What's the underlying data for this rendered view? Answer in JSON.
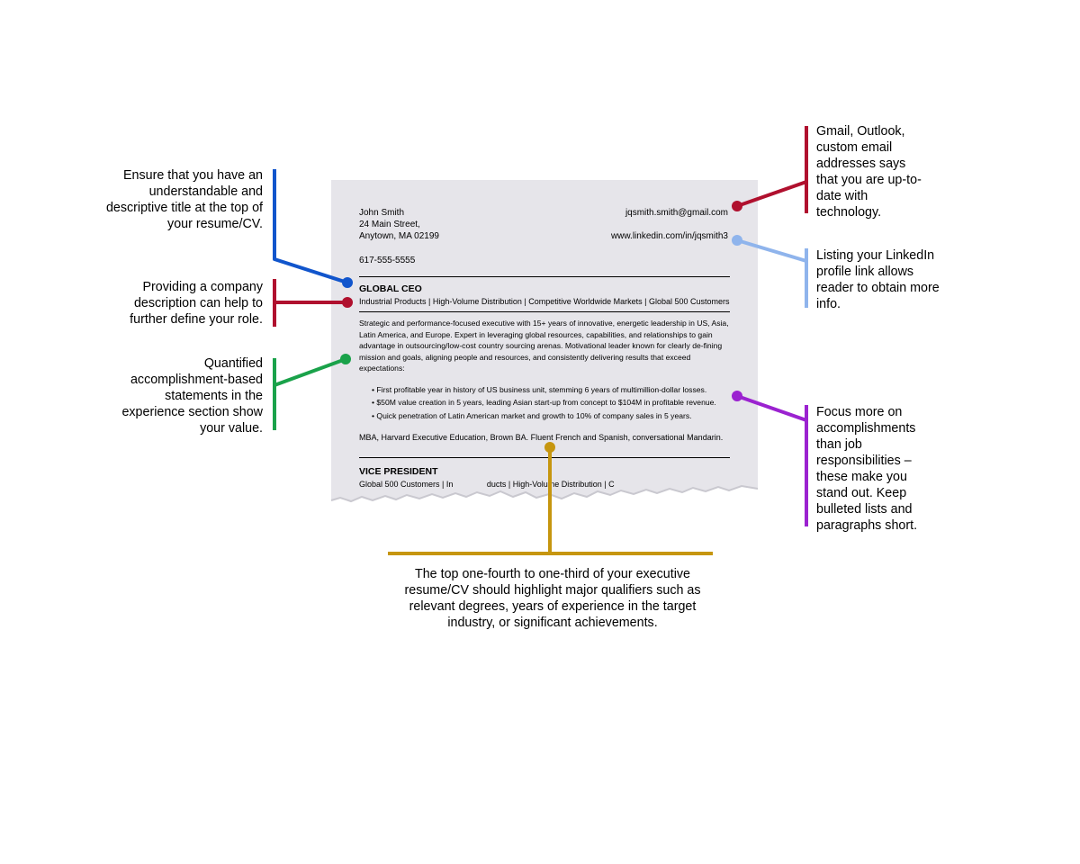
{
  "resume": {
    "name": "John Smith",
    "address_line1": "24 Main Street,",
    "address_line2": "Anytown, MA 02199",
    "phone": "617-555-5555",
    "email": "jqsmith.smith@gmail.com",
    "linkedin": "www.linkedin.com/in/jqsmith3",
    "role1_title": "GLOBAL CEO",
    "role1_company": "Industrial Products | High-Volume Distribution | Competitive Worldwide Markets | Global 500 Customers",
    "summary": "Strategic and performance-focused executive with 15+ years of innovative, energetic leadership in US, Asia, Latin America, and Europe. Expert in leveraging global resources, capabilities, and relationships to gain advantage in outsourcing/low-cost country sourcing arenas. Motivational leader known for clearly de-fining mission and goals, aligning people and resources, and consistently delivering results that exceed expectations:",
    "bullets": [
      "First profitable year in history of US business unit, stemming 6 years of multimillion-dollar losses.",
      "$50M value creation in 5 years, leading Asian start-up from concept to $104M in profitable revenue.",
      "Quick penetration of Latin American market and growth to 10% of company sales in 5 years."
    ],
    "education": "MBA, Harvard Executive Education, Brown BA. Fluent French and Spanish, conversational Mandarin.",
    "role2_title": "VICE PRESIDENT",
    "role2_company": "Global 500 Customers | In               ducts | High-Volume Distribution | C"
  },
  "annotations": {
    "title": "Ensure that you have an understandable and descriptive title at the top of your resume/CV.",
    "company": "Providing a company description can help to further define your role.",
    "quantified": "Quantified accomplishment-based statements in the experience section show your value.",
    "email": "Gmail, Outlook, custom email addresses says that you are up-to-date with technology.",
    "linkedin": "Listing your LinkedIn profile link allows reader to obtain more info.",
    "accomplishments": "Focus more on accomplishments than job responsibilities – these make you stand out. Keep bulleted lists and paragraphs short.",
    "qualifiers": "The top one-fourth to one-third of your executive resume/CV should highlight major qualifiers such as relevant degrees, years of experience in the target industry, or significant achievements."
  },
  "colors": {
    "blue": "#1155cc",
    "crimson": "#b0102e",
    "green": "#1aa24a",
    "light_blue": "#8fb4ec",
    "purple": "#9b22d0",
    "gold": "#c6960f",
    "paper": "#e6e5ea"
  }
}
